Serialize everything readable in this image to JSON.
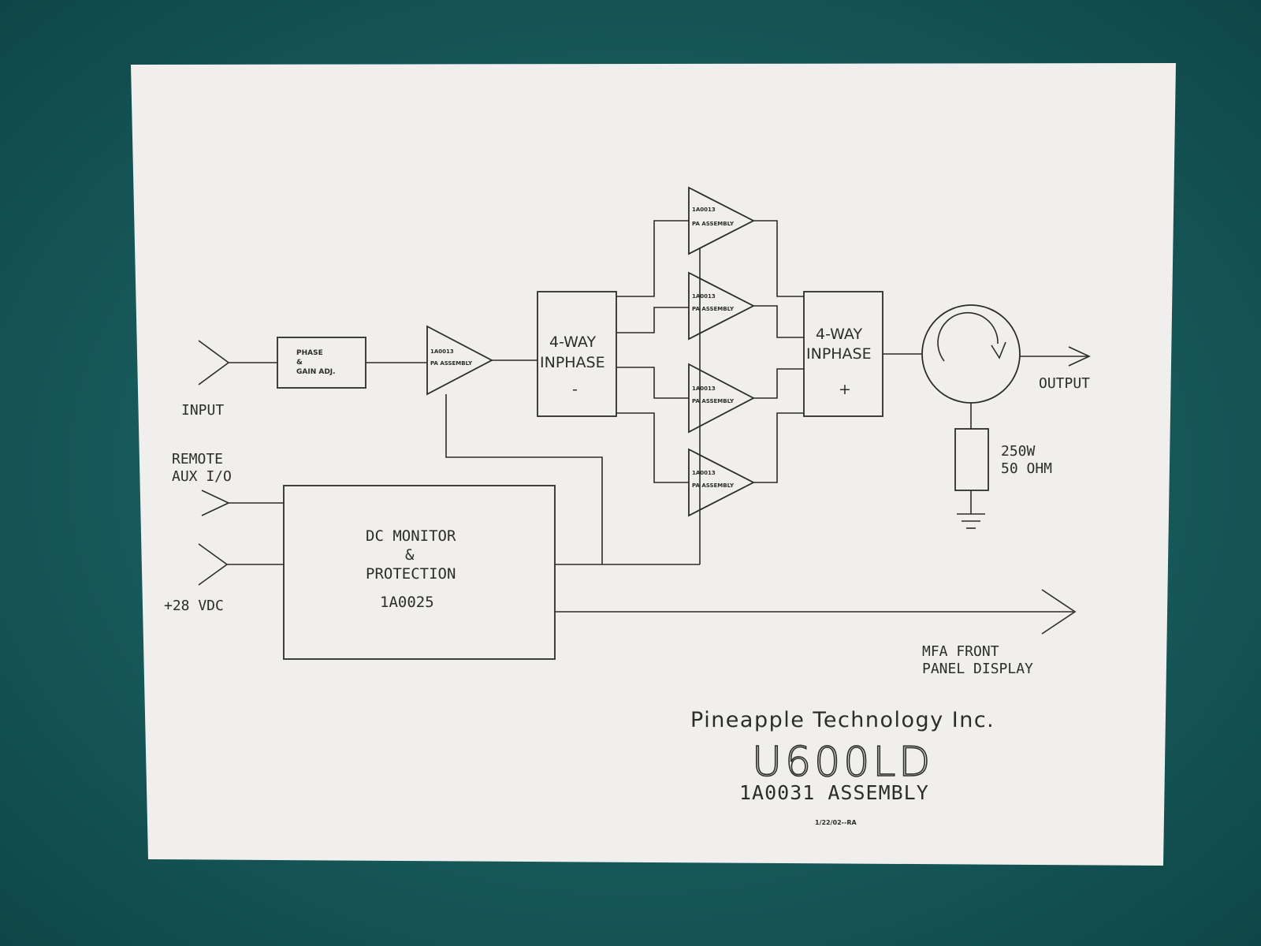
{
  "colors": {
    "background": "#175a5b",
    "paper": "#f0efed",
    "ink": "#2c2c2a"
  },
  "inputs": {
    "input": "INPUT",
    "remote_line1": "REMOTE",
    "remote_line2": "AUX I/O",
    "vdc": "+28 VDC"
  },
  "phase_gain": {
    "line1": "PHASE",
    "line2": "&",
    "line3": "GAIN ADJ."
  },
  "pa_assembly": {
    "part": "1A0013",
    "name": "PA ASSEMBLY"
  },
  "splitter": {
    "line1": "4-WAY",
    "line2": "INPHASE",
    "sign": "-"
  },
  "combiner": {
    "line1": "4-WAY",
    "line2": "INPHASE",
    "sign": "+"
  },
  "output": {
    "label": "OUTPUT"
  },
  "load": {
    "line1": "250W",
    "line2": "50 OHM"
  },
  "dc_monitor": {
    "line1": "DC MONITOR",
    "line2": "&",
    "line3": "PROTECTION",
    "part": "1A0025"
  },
  "mfa": {
    "line1": "MFA FRONT",
    "line2": "PANEL DISPLAY"
  },
  "title_block": {
    "company": "Pineapple Technology Inc.",
    "model": "U600LD",
    "assembly": "1A0031 ASSEMBLY",
    "date": "1/22/02--RA"
  }
}
